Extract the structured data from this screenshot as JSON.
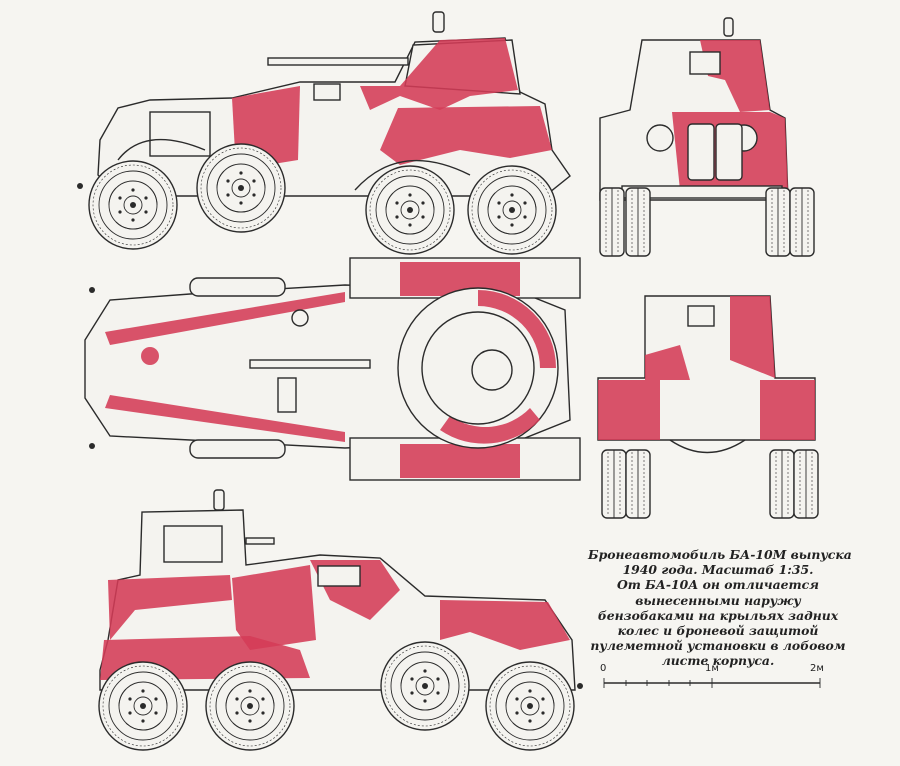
{
  "caption": {
    "lines": [
      "Бронеавтомобиль БА-10М выпуска",
      "1940 года. Масштаб 1:35.",
      "От БА-10А он отличается",
      "вынесенными наружу",
      "бензобаками на крыльях задних",
      "колес и броневой защитой",
      "пулеметной установки в лобовом",
      "листе корпуса."
    ]
  },
  "scale_bar": {
    "labels": [
      "0",
      "1м",
      "2м"
    ]
  },
  "colors": {
    "camouflage_red": "#d43b57",
    "line": "#2b2b2b",
    "paper": "#f6f5f1"
  }
}
